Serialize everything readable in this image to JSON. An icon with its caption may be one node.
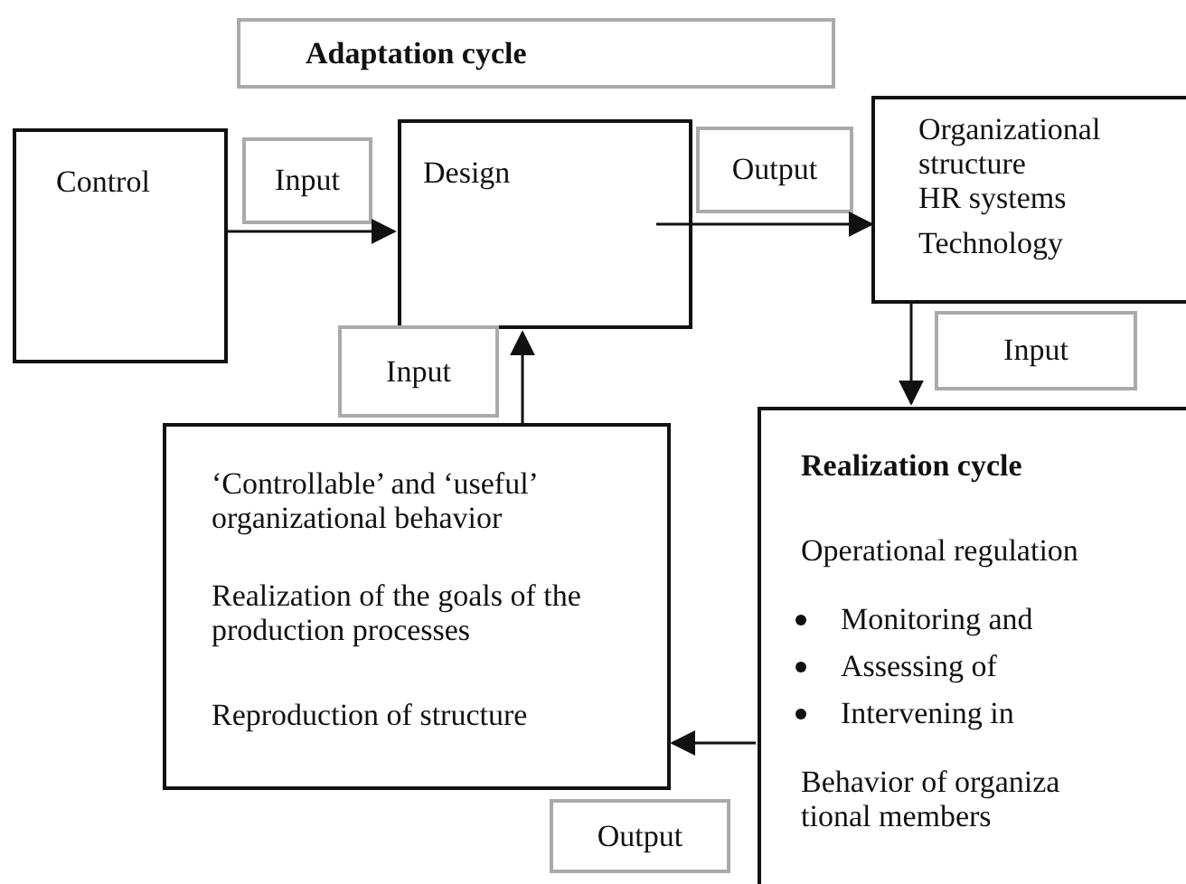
{
  "diagram": {
    "nodes": [
      {
        "text": [
          "Adaptation cycle"
        ]
      },
      {
        "text": [
          "Control"
        ]
      },
      {
        "text": [
          "Input"
        ]
      },
      {
        "text": [
          "Design"
        ]
      },
      {
        "text": [
          "Output"
        ]
      },
      {
        "text": [
          "Organizational structure",
          "HR systems",
          "Technology"
        ]
      },
      {
        "text": [
          "Input"
        ]
      },
      {
        "text": [
          "Input"
        ]
      },
      {
        "text": [
          "‘Controllable’ and ‘useful’ organizational behavior",
          "Realization of the goals of the production processes",
          "Reproduction of structure"
        ]
      },
      {
        "text": [
          "Realization cycle",
          "Operational regulation",
          "Monitoring and",
          "Assessing of",
          "Intervening in",
          "Behavior of organiza tional members"
        ]
      },
      {
        "text": [
          "Output"
        ]
      }
    ],
    "edges": [
      {
        "from": 1,
        "to": 3,
        "arrow": "to"
      },
      {
        "from": 3,
        "to": 5,
        "arrow": "to"
      },
      {
        "from": 5,
        "to": 9,
        "arrow": "to"
      },
      {
        "from": 8,
        "to": 3,
        "arrow": "to"
      },
      {
        "from": 9,
        "to": 8,
        "arrow": "to"
      }
    ]
  }
}
